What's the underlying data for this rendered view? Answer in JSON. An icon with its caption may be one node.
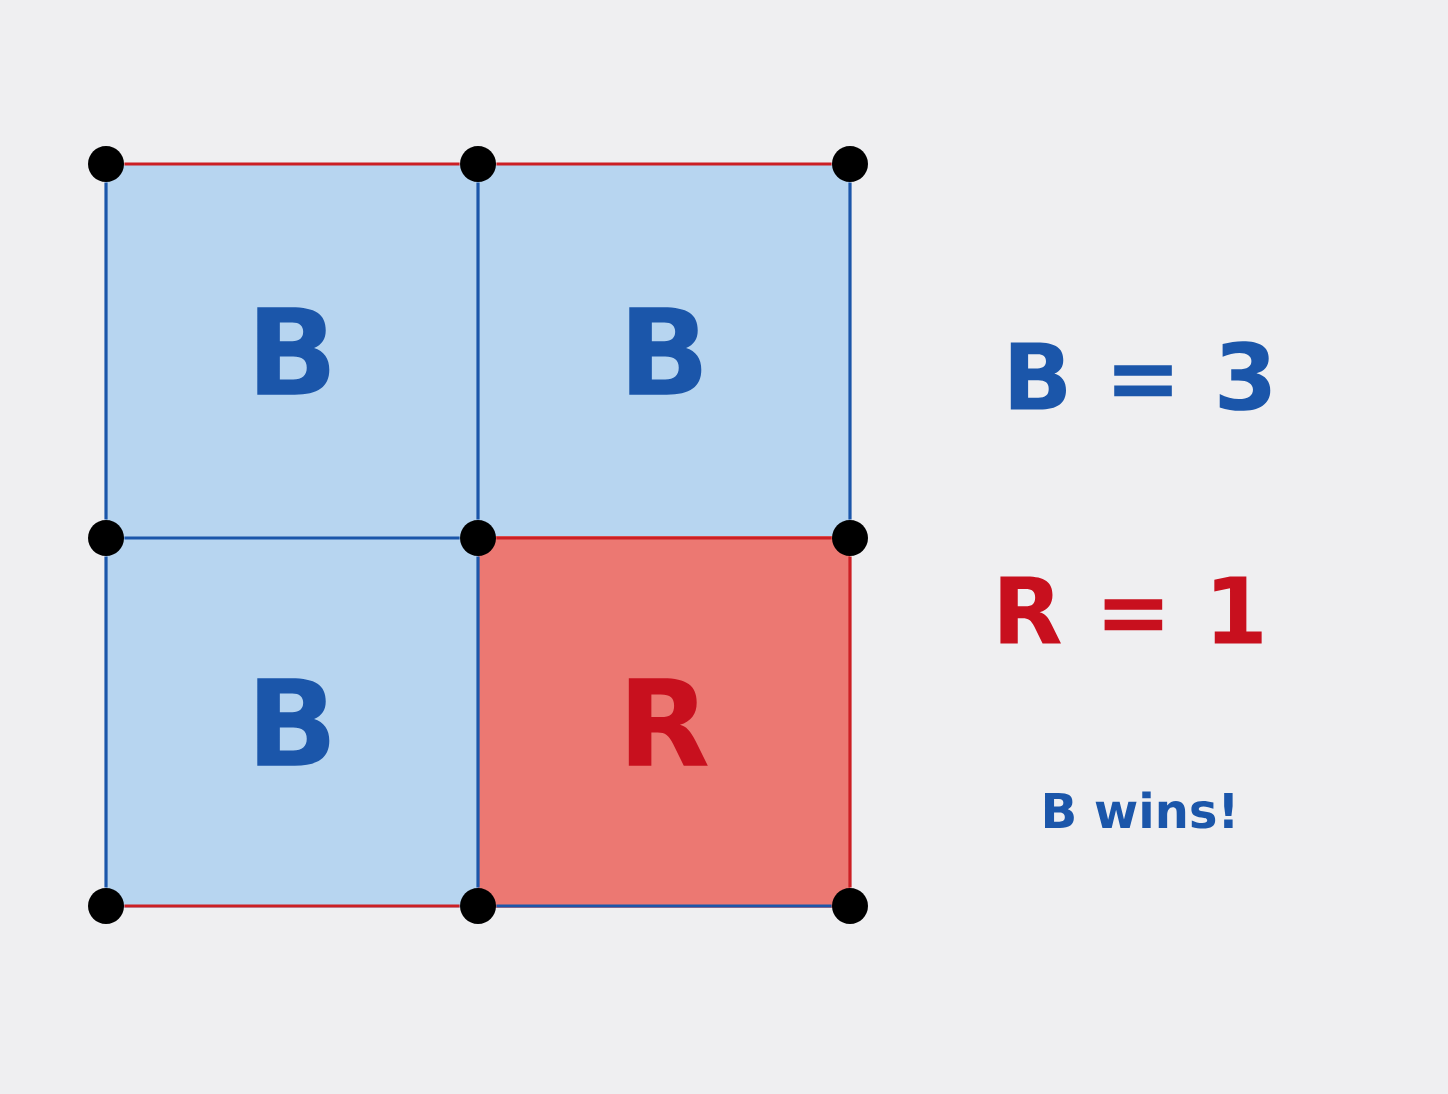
{
  "diagram": {
    "nodes": [
      {
        "text": [],
        "shape": "circle"
      },
      {
        "text": [],
        "shape": "circle"
      },
      {
        "text": [],
        "shape": "circle"
      },
      {
        "text": [],
        "shape": "circle"
      },
      {
        "text": [],
        "shape": "circle"
      },
      {
        "text": [],
        "shape": "circle"
      },
      {
        "text": [],
        "shape": "circle"
      },
      {
        "text": [],
        "shape": "circle"
      },
      {
        "text": [],
        "shape": "circle"
      },
      {
        "text": [
          "B"
        ]
      },
      {
        "text": [
          "B"
        ]
      },
      {
        "text": [
          "B"
        ]
      },
      {
        "text": [
          "R"
        ]
      }
    ],
    "edges": [
      {
        "from": 0,
        "to": 1,
        "arrow": "none",
        "color": "#cc1f24"
      },
      {
        "from": 1,
        "to": 2,
        "arrow": "none",
        "color": "#cc1f24"
      },
      {
        "from": 0,
        "to": 3,
        "arrow": "none"
      },
      {
        "from": 1,
        "to": 4,
        "arrow": "none"
      },
      {
        "from": 2,
        "to": 5,
        "arrow": "none"
      },
      {
        "from": 3,
        "to": 4,
        "arrow": "none"
      },
      {
        "from": 4,
        "to": 5,
        "arrow": "none",
        "color": "#cc1f24"
      },
      {
        "from": 3,
        "to": 6,
        "arrow": "none"
      },
      {
        "from": 4,
        "to": 7,
        "arrow": "none"
      },
      {
        "from": 5,
        "to": 8,
        "arrow": "none",
        "color": "#cc1f24"
      },
      {
        "from": 6,
        "to": 7,
        "arrow": "none",
        "color": "#cc1f24"
      },
      {
        "from": 7,
        "to": 8,
        "arrow": "none"
      }
    ],
    "labels": [
      "B = 3",
      "R = 1",
      "B wins!"
    ]
  }
}
